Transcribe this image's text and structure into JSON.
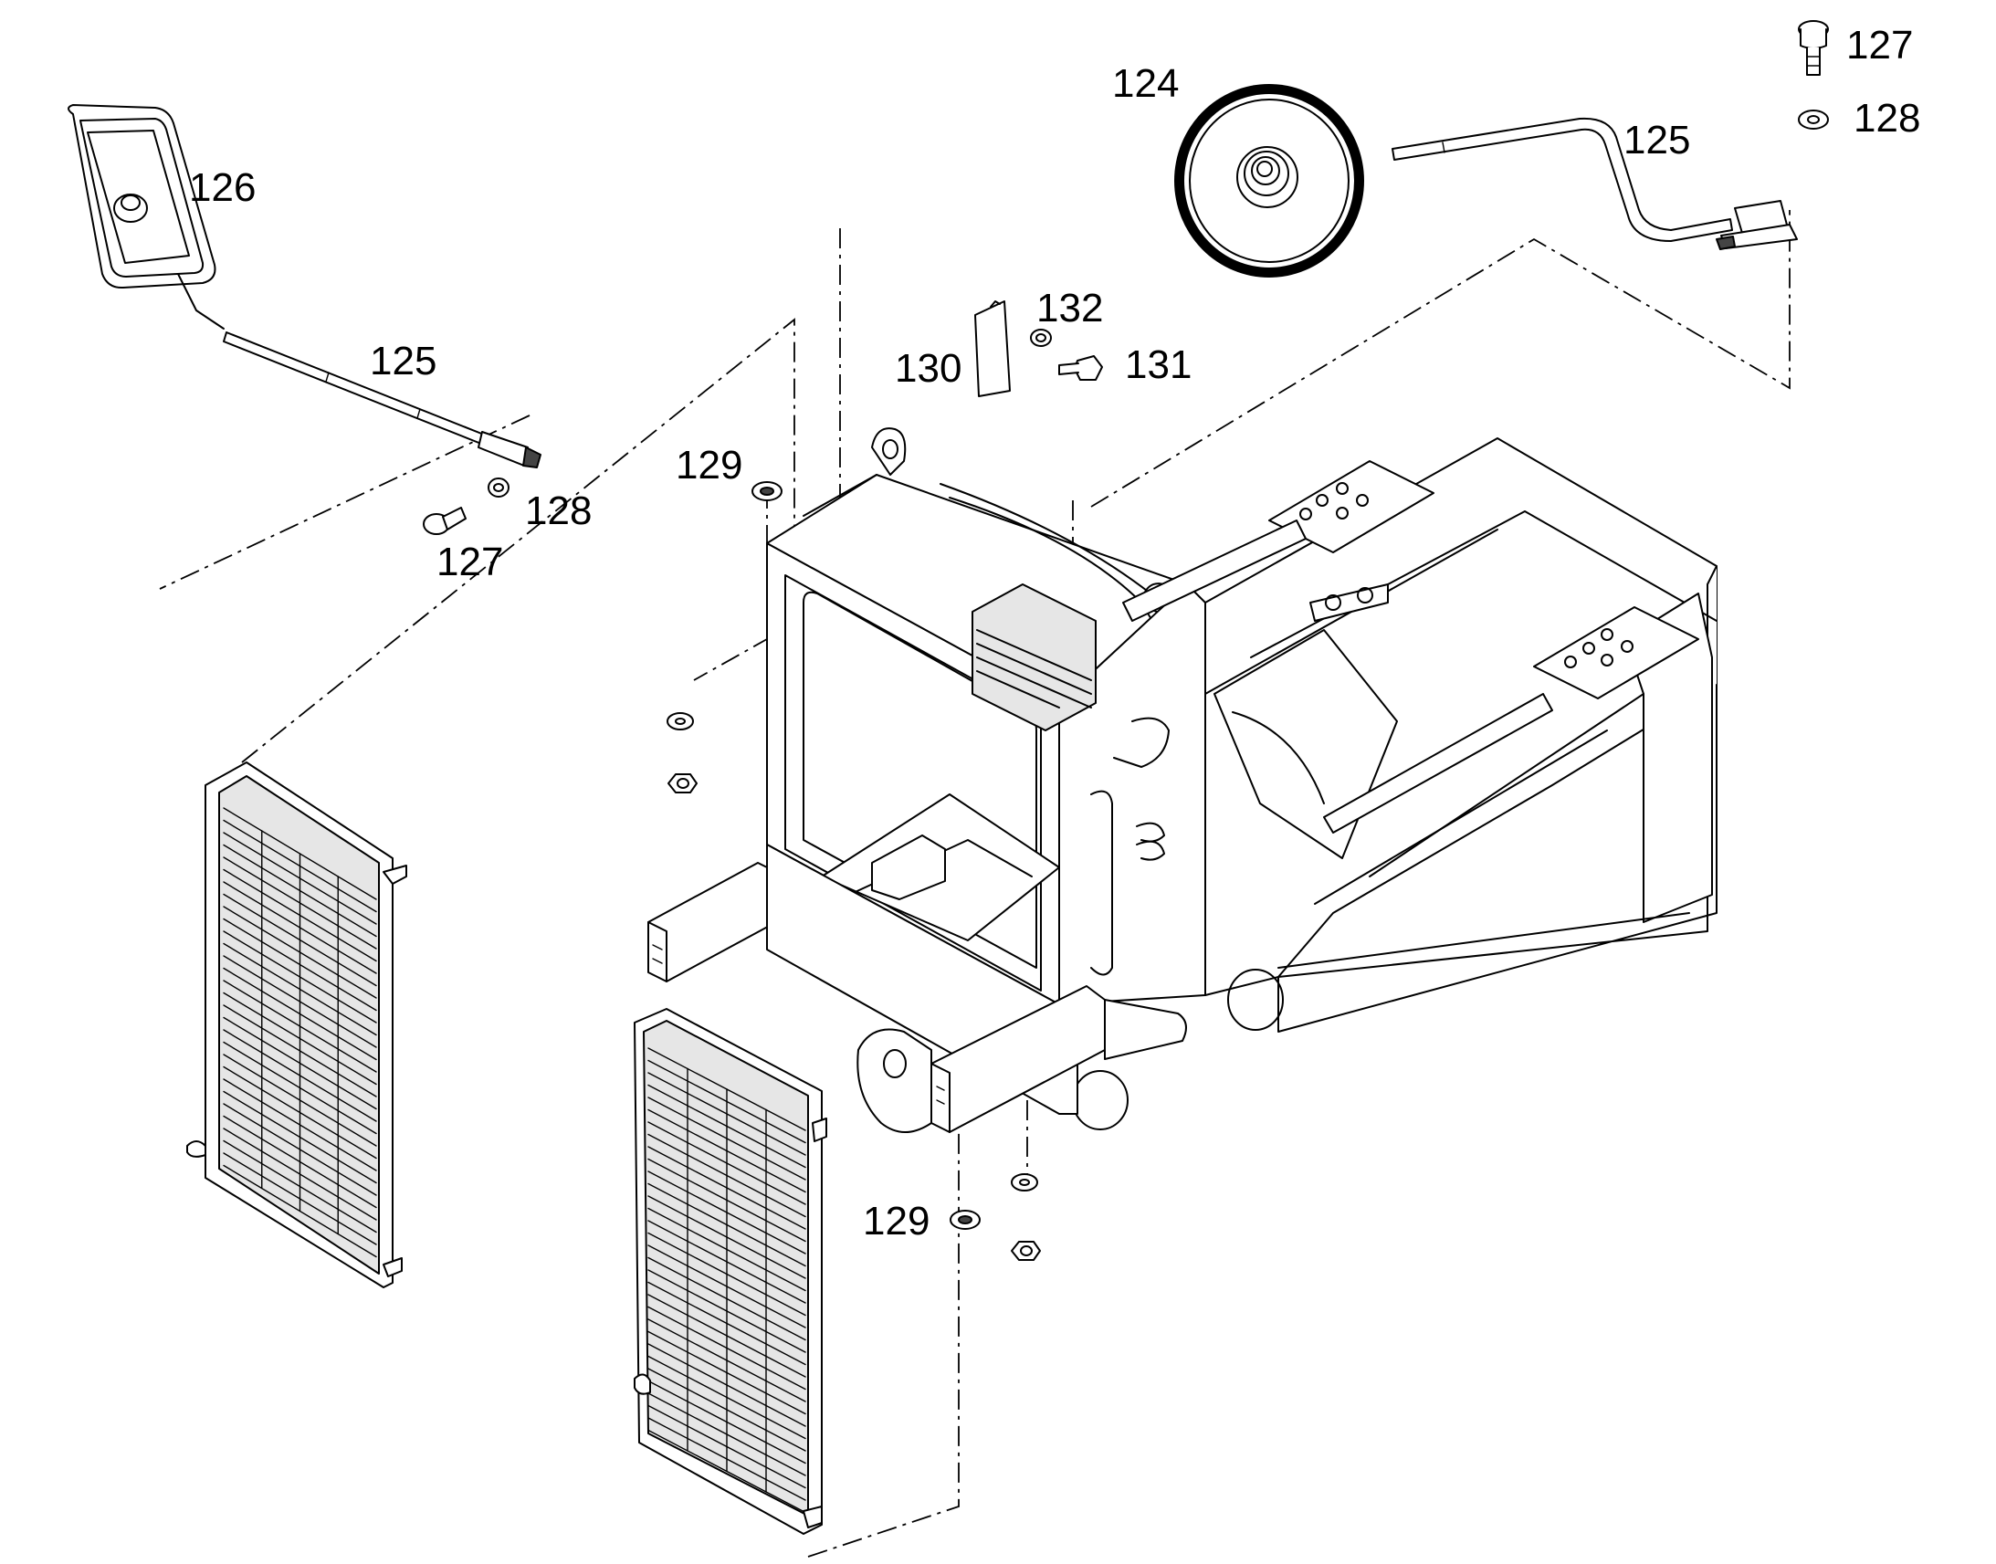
{
  "callouts": {
    "c124": "124",
    "c125_top": "125",
    "c127_top": "127",
    "c128_top": "128",
    "c126": "126",
    "c125_left": "125",
    "c128_left": "128",
    "c127_left": "127",
    "c132": "132",
    "c130": "130",
    "c131": "131",
    "c129_top": "129",
    "c129_bottom": "129"
  },
  "colors": {
    "line": "#000000",
    "background": "#ffffff",
    "shade": "#e6e6e6"
  }
}
